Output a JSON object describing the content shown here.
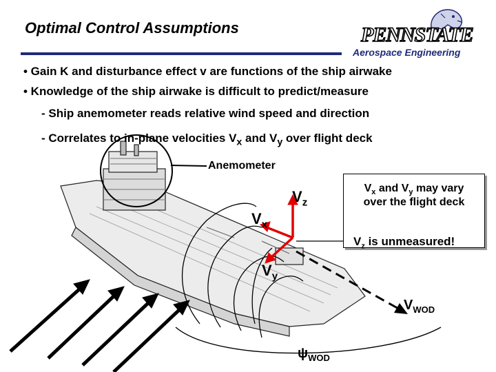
{
  "header": {
    "title": "Optimal Control Assumptions",
    "logo_text": "PENNSTATE",
    "department": "Aerospace Engineering"
  },
  "bullets": [
    "• Gain K and disturbance effect v are functions of the ship airwake",
    "• Knowledge of the ship airwake is difficult to predict/measure"
  ],
  "sub_bullets": {
    "s1": "- Ship anemometer reads relative wind speed and direction",
    "s2_pre": "- Correlates to in-plane velocities V",
    "s2_sub1": "x",
    "s2_mid": " and V",
    "s2_sub2": "y",
    "s2_post": " over flight deck"
  },
  "figure": {
    "anemometer_label": "Anemometer",
    "vz_main": "V",
    "vz_sub": "z",
    "vx_main": "V",
    "vx_sub": "x",
    "vy_main": "V",
    "vy_sub": "y",
    "vwod_main": "V",
    "vwod_sub": "WOD",
    "psi_main": "ψ",
    "psi_sub": "WOD"
  },
  "note": {
    "l1_pre": "V",
    "l1_sub1": "x",
    "l1_mid": " and V",
    "l1_sub2": "y",
    "l1_post": " may vary",
    "l2": "over the flight deck",
    "l3_main": "V",
    "l3_sub": "z",
    "l3_post": " is unmeasured!"
  },
  "colors": {
    "title_rule": "#1f2a7a",
    "vector_arrows": "#e00000"
  }
}
